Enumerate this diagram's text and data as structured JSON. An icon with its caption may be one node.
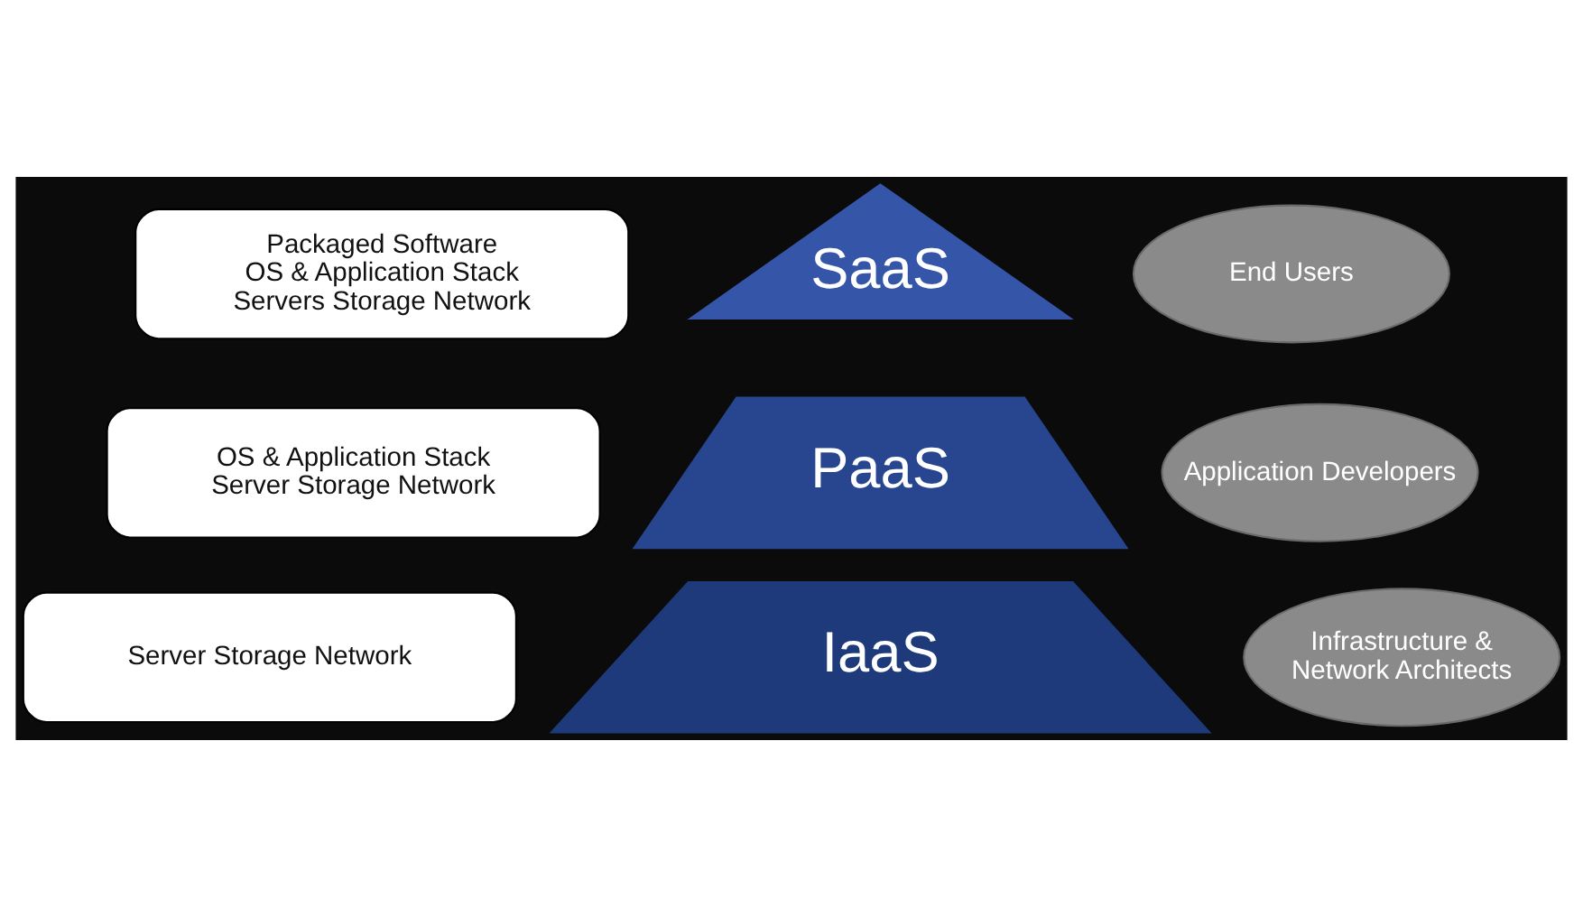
{
  "diagram": {
    "nodes": [
      {
        "text": [
          "Packaged Software",
          "OS & Application Stack",
          "Servers Storage Network"
        ]
      },
      {
        "text": [
          "SaaS"
        ]
      },
      {
        "text": [
          "End Users"
        ]
      },
      {
        "text": [
          "OS & Application Stack",
          "Server Storage Network"
        ]
      },
      {
        "text": [
          "PaaS"
        ]
      },
      {
        "text": [
          "Application Developers"
        ]
      },
      {
        "text": [
          "Server Storage Network"
        ]
      },
      {
        "text": [
          "IaaS"
        ]
      },
      {
        "text": [
          "Infrastructure & Network Architects"
        ]
      }
    ]
  }
}
